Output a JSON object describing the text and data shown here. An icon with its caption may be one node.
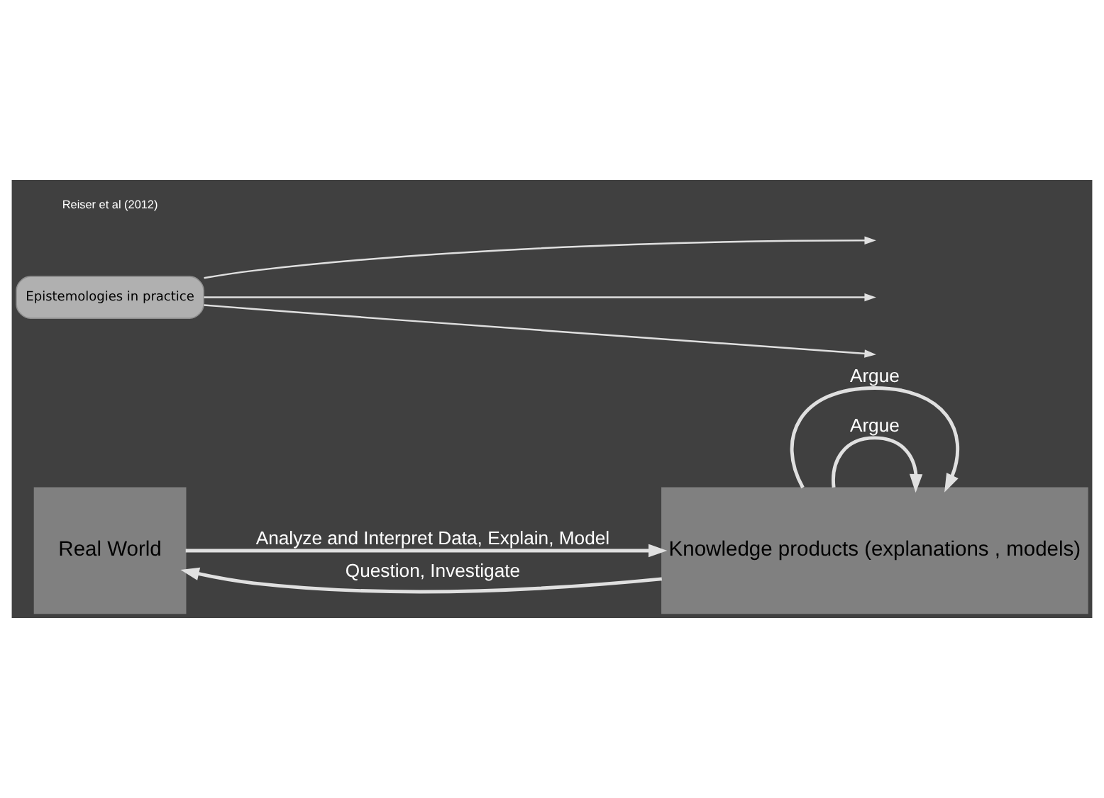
{
  "diagram": {
    "nodes": [
      {
        "text": [
          "Real World"
        ]
      },
      {
        "text": [
          "Knowledge products (explanations , models)"
        ]
      },
      {
        "text": [
          "Epistemologies in practice"
        ]
      }
    ],
    "edges": [
      {
        "from": 0,
        "to": 1,
        "label": "Analyze and Interpret Data, Explain, Model",
        "arrow": "to"
      },
      {
        "from": 1,
        "to": 1,
        "label": "Argue",
        "arrow": "to"
      },
      {
        "from": 2,
        "to": null,
        "arrow": "to"
      },
      {
        "from": 2,
        "to": null,
        "arrow": "to"
      },
      {
        "from": 2,
        "to": null,
        "arrow": "to"
      },
      {
        "from": 1,
        "to": 1,
        "label": "Argue",
        "arrow": "to"
      },
      {
        "from": 1,
        "to": 0,
        "label": "Question, Investigate",
        "arrow": "to"
      }
    ],
    "labels": [
      "Reiser et al (2012)"
    ]
  }
}
